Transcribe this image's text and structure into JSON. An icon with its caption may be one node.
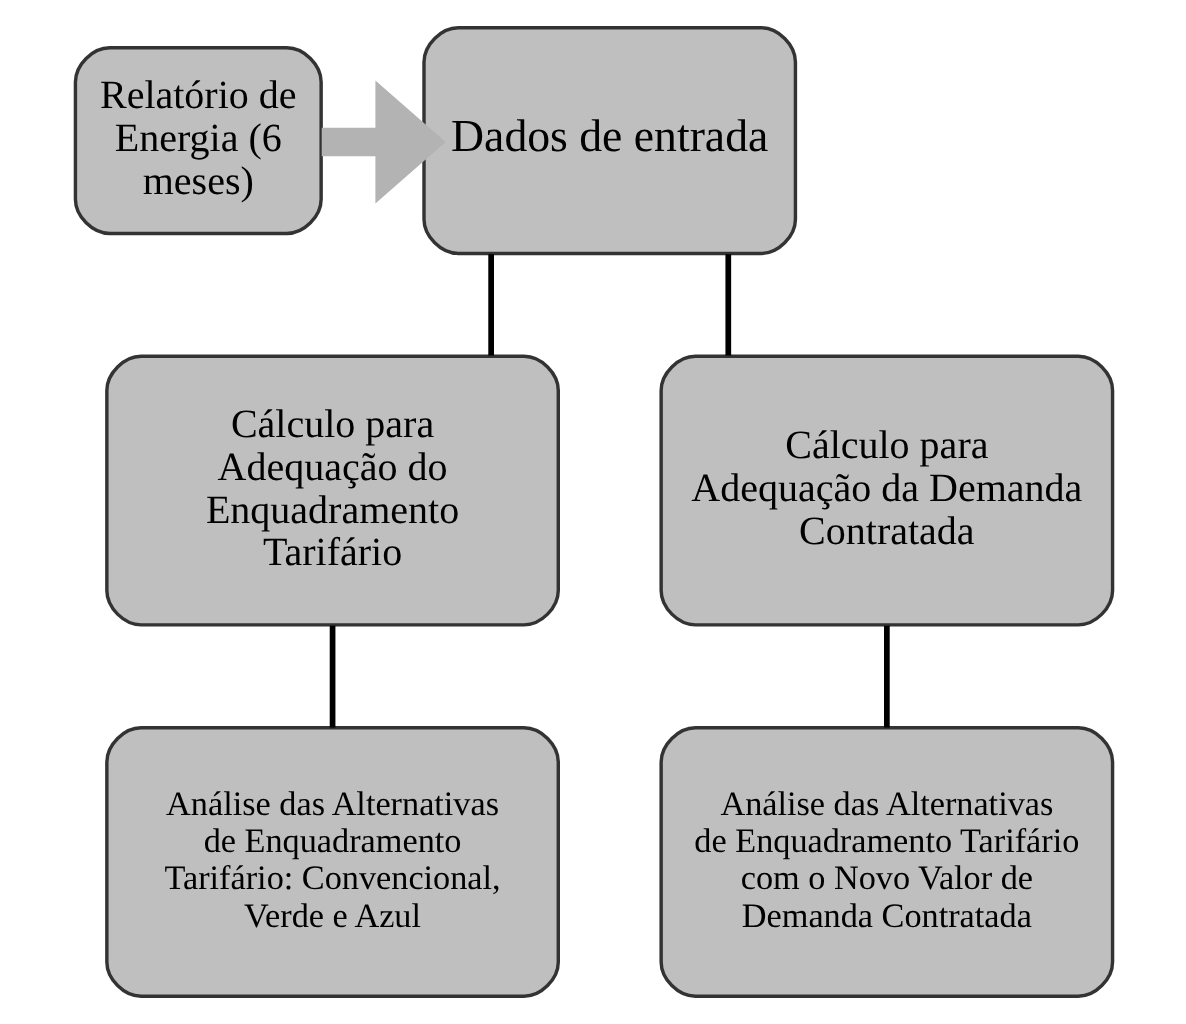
{
  "diagram": {
    "nodes": [
      {
        "text": [
          "Dados de entrada"
        ]
      },
      {
        "text": [
          "Relatório de Energia (6 meses)"
        ]
      },
      {
        "text": [
          "Cálculo para Adequação do Enquadramento Tarifário"
        ]
      },
      {
        "text": [
          "Cálculo para Adequação da Demanda Contratada"
        ]
      },
      {
        "text": [
          "Análise das Alternativas de Enquadramento Tarifário: Convencional, Verde e Azul"
        ]
      },
      {
        "text": [
          "Análise das Alternativas de Enquadramento Tarifário com o Novo Valor de Demanda Contratada"
        ]
      }
    ],
    "edges": [
      {
        "from": 1,
        "to": 0,
        "arrow": "to",
        "style": "thick",
        "color": "#b3b3b3"
      },
      {
        "from": 0,
        "to": 2,
        "arrow": "none"
      },
      {
        "from": 0,
        "to": 3,
        "arrow": "none"
      },
      {
        "from": 2,
        "to": 4,
        "arrow": "none"
      },
      {
        "from": 3,
        "to": 5,
        "arrow": "none"
      }
    ]
  }
}
